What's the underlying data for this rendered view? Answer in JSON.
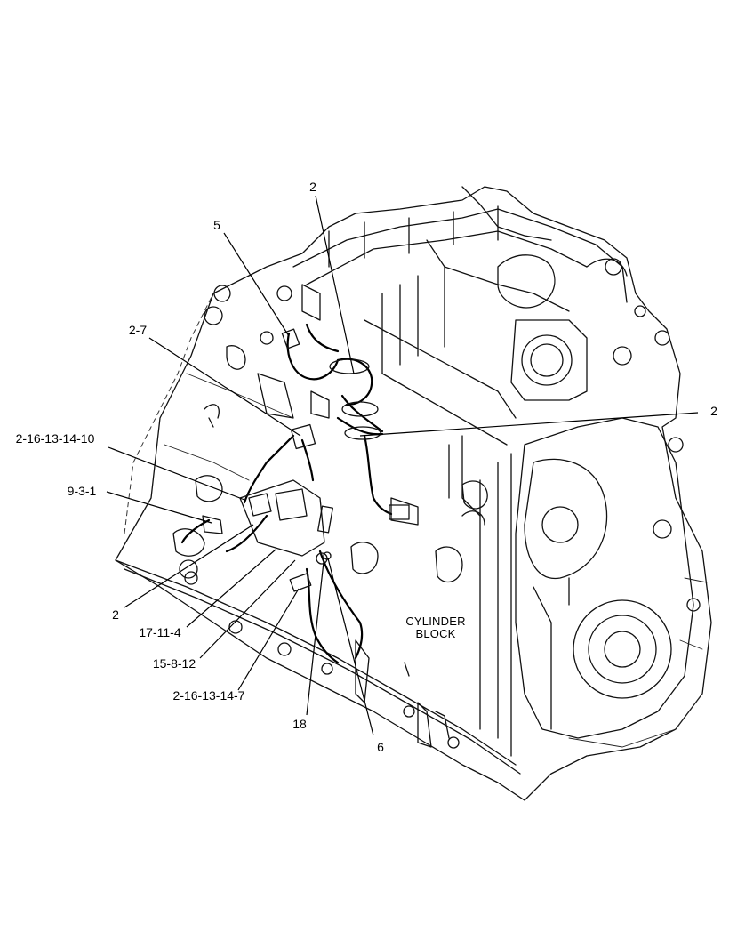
{
  "diagram": {
    "block_label_line1": "CYLINDER",
    "block_label_line2": "BLOCK",
    "callouts": [
      "2",
      "5",
      "2-7",
      "2",
      "2-16-13-14-10",
      "9-3-1",
      "2",
      "17-11-4",
      "15-8-12",
      "2-16-13-14-7",
      "18",
      "6"
    ]
  }
}
